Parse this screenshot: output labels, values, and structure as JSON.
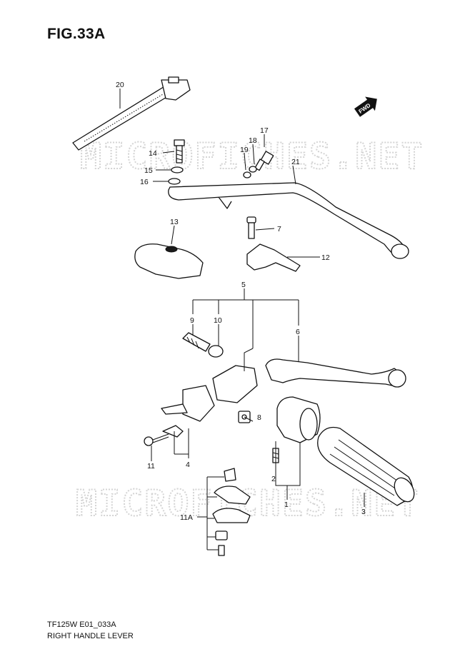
{
  "figure": {
    "title": "FIG.33A",
    "code": "TF125W E01_033A",
    "name": "RIGHT HANDLE LEVER",
    "watermark": "MICROFICHES.NET",
    "fwd_badge": "FWD"
  },
  "callouts": [
    {
      "id": "c1",
      "label": "1"
    },
    {
      "id": "c2",
      "label": "2"
    },
    {
      "id": "c3",
      "label": "3"
    },
    {
      "id": "c4",
      "label": "4"
    },
    {
      "id": "c5",
      "label": "5"
    },
    {
      "id": "c6",
      "label": "6"
    },
    {
      "id": "c7",
      "label": "7"
    },
    {
      "id": "c8",
      "label": "8"
    },
    {
      "id": "c9",
      "label": "9"
    },
    {
      "id": "c10",
      "label": "10"
    },
    {
      "id": "c11",
      "label": "11"
    },
    {
      "id": "c11a",
      "label": "11A"
    },
    {
      "id": "c12",
      "label": "12"
    },
    {
      "id": "c13",
      "label": "13"
    },
    {
      "id": "c14",
      "label": "14"
    },
    {
      "id": "c15",
      "label": "15"
    },
    {
      "id": "c16",
      "label": "16"
    },
    {
      "id": "c17",
      "label": "17"
    },
    {
      "id": "c18",
      "label": "18"
    },
    {
      "id": "c19",
      "label": "19"
    },
    {
      "id": "c20",
      "label": "20"
    },
    {
      "id": "c21",
      "label": "21"
    }
  ]
}
